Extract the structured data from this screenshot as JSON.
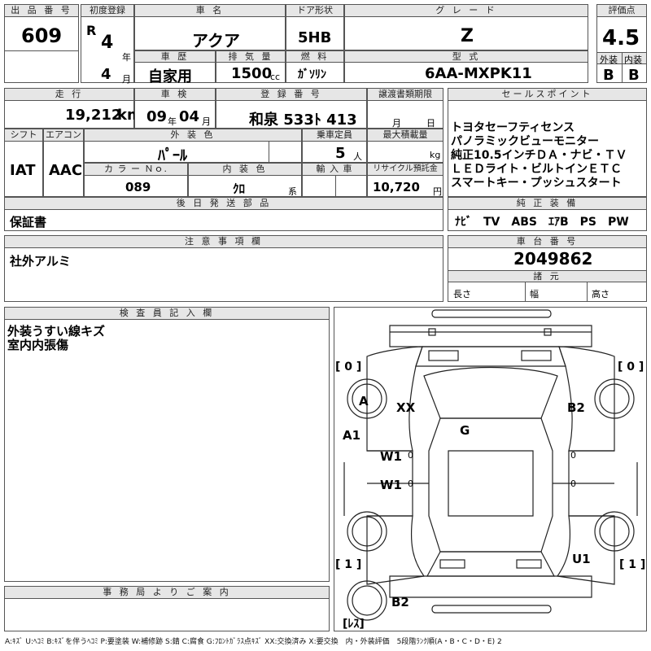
{
  "lot": {
    "label": "出 品 番 号",
    "value": "609"
  },
  "first_reg": {
    "label": "初度登録",
    "era": "R",
    "year": "4",
    "year_unit": "年",
    "month": "4",
    "month_unit": "月"
  },
  "car_name": {
    "label": "車 名",
    "value": "アクア"
  },
  "door": {
    "label": "ドア形状",
    "value": "5HB"
  },
  "grade": {
    "label": "グ レ ー ド",
    "value": "Z"
  },
  "score": {
    "label": "評価点",
    "value": "4.5",
    "ext_label": "外装",
    "int_label": "内装",
    "ext": "B",
    "int": "B"
  },
  "history": {
    "label": "車 歴",
    "value": "自家用"
  },
  "displacement": {
    "label": "排 気 量",
    "value": "1500",
    "unit": "cc"
  },
  "fuel": {
    "label": "燃 料",
    "value": "ｶﾞｿﾘﾝ"
  },
  "model": {
    "label": "型 式",
    "value": "6AA-MXPK11"
  },
  "mileage": {
    "label": "走 行",
    "value": "19,212",
    "unit": "km"
  },
  "inspection": {
    "label": "車 検",
    "year": "09",
    "year_unit": "年",
    "month": "04",
    "month_unit": "月"
  },
  "plate": {
    "label": "登 録 番 号",
    "value": "和泉 533ﾄ 413"
  },
  "transfer": {
    "label": "譲渡書類期限",
    "month_unit": "月",
    "day_unit": "日"
  },
  "shift": {
    "label": "シフト",
    "value": "IAT"
  },
  "ac": {
    "label": "エアコン",
    "value": "AAC"
  },
  "exterior_color": {
    "label": "外 装 色",
    "value": "ﾊﾟｰﾙ"
  },
  "capacity": {
    "label": "乗車定員",
    "value": "5",
    "unit": "人"
  },
  "max_load": {
    "label": "最大積載量",
    "unit": "kg"
  },
  "color_no": {
    "label": "カ ラ ー Ｎｏ.",
    "value": "089"
  },
  "interior_color": {
    "label": "内 装 色",
    "value": "ｸﾛ",
    "unit": "系"
  },
  "import": {
    "label": "輸 入 車"
  },
  "recycle": {
    "label": "リサイクル預託金",
    "value": "10,720",
    "unit": "円"
  },
  "sales_points": {
    "label": "セールスポイント",
    "lines": [
      "トヨタセーフティセンス",
      "パノラミックビューモニター",
      "純正10.5インチＤＡ・ナビ・ＴＶ",
      "ＬＥＤライト・ビルトインＥＴＣ",
      "スマートキー・プッシュスタート"
    ]
  },
  "later_parts": {
    "label": "後 日 発 送 部 品",
    "value": "保証書"
  },
  "equipment": {
    "label": "純 正 装 備",
    "value": "ﾅﾋﾞ　TV　ABS　ｴｱB　PS　PW"
  },
  "notes": {
    "label": "注 意 事 項 欄",
    "value": "社外アルミ"
  },
  "chassis": {
    "label": "車 台 番 号",
    "value": "2049862"
  },
  "specs": {
    "label": "諸 元",
    "length": "長さ",
    "width": "幅",
    "height": "高さ"
  },
  "inspector": {
    "label": "検 査 員 記 入 欄",
    "lines": [
      "外装うすい線キズ",
      "室内内張傷"
    ]
  },
  "office": {
    "label": "事 務 局 よ り ご 案 内"
  },
  "diagram": {
    "marks": {
      "a": "A",
      "xx": "XX",
      "b2_top": "B2",
      "a1": "A1",
      "g": "G",
      "w1_a": "W1",
      "w1_b": "W1",
      "u1": "U1",
      "b2_bottom": "B2"
    },
    "tread": {
      "fl": "[ 0 ]",
      "fr": "[ 0 ]",
      "rl": "[ 1 ]",
      "rr": "[ 1 ]",
      "spare": "[ﾚｽ]"
    },
    "zero_marks": [
      "0",
      "0",
      "0",
      "0"
    ]
  },
  "legend": "A:ｷｽﾞ U:ﾍｺﾐ B:ｷｽﾞを伴うﾍｺﾐ P:要塗装 W:補修跡 S:錆 C:腐食 G:ﾌﾛﾝﾄｶﾞﾗｽ点ｷｽﾞ XX:交換済み X:要交換　内・外装評価　5段階ﾗﾝｸ順(A・B・C・D・E) 2"
}
